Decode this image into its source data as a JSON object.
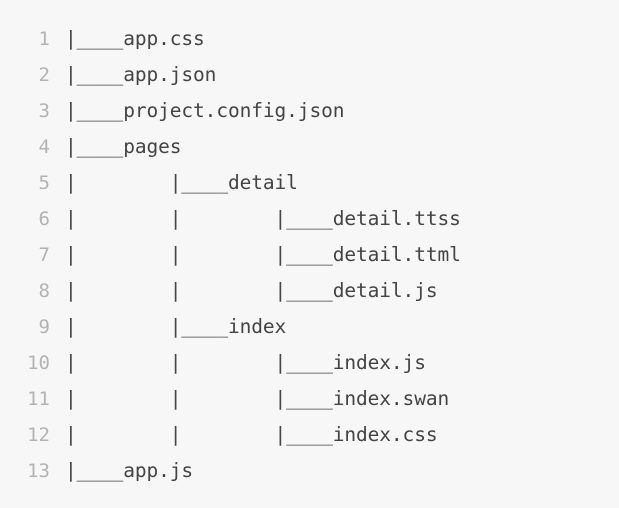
{
  "view": {
    "kind": "code-block",
    "title": "Directory tree listing",
    "background_color": "#f7f7f7",
    "text_color": "#444444",
    "line_number_color": "#b3b3b3",
    "font": "monospace"
  },
  "lines": [
    {
      "number": "1",
      "text": "|____app.css"
    },
    {
      "number": "2",
      "text": "|____app.json"
    },
    {
      "number": "3",
      "text": "|____project.config.json"
    },
    {
      "number": "4",
      "text": "|____pages"
    },
    {
      "number": "5",
      "text": "|        |____detail"
    },
    {
      "number": "6",
      "text": "|        |        |____detail.ttss"
    },
    {
      "number": "7",
      "text": "|        |        |____detail.ttml"
    },
    {
      "number": "8",
      "text": "|        |        |____detail.js"
    },
    {
      "number": "9",
      "text": "|        |____index"
    },
    {
      "number": "10",
      "text": "|        |        |____index.js"
    },
    {
      "number": "11",
      "text": "|        |        |____index.swan"
    },
    {
      "number": "12",
      "text": "|        |        |____index.css"
    },
    {
      "number": "13",
      "text": "|____app.js"
    }
  ]
}
